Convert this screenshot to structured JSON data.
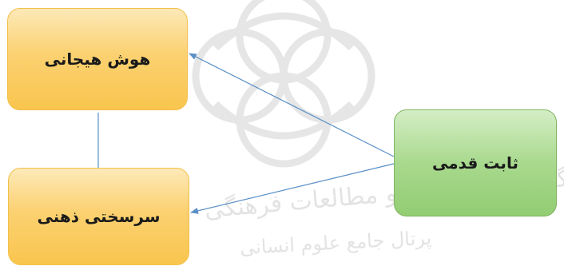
{
  "nodes": {
    "emotional_intelligence": "هوش هیجانی",
    "mental_toughness": "سرسختی ذهنی",
    "persistence": "ثابت قدمی"
  },
  "watermark": {
    "line1": "پژوهشگاه علوم انسانی و مطالعات فرهنگی",
    "line2": "پرتال جامع علوم انسانی"
  },
  "colors": {
    "node_orange": "#fbd171",
    "node_green": "#a9d98e",
    "connector": "#5b8fc7"
  }
}
